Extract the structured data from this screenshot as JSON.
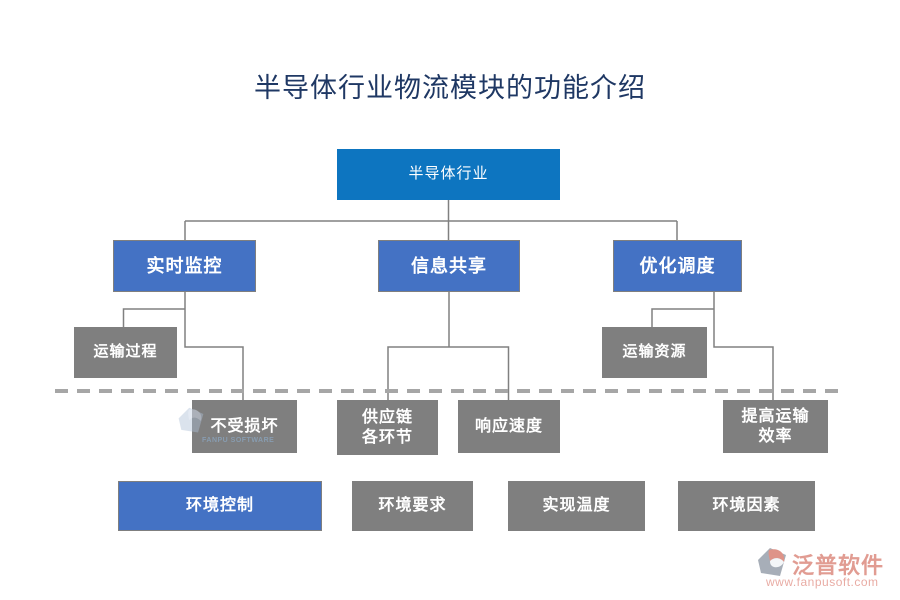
{
  "title": "半导体行业物流模块的功能介绍",
  "nodes": {
    "root": {
      "label": "半导体行业"
    },
    "monitor": {
      "label": "实时监控"
    },
    "share": {
      "label": "信息共享"
    },
    "dispatch": {
      "label": "优化调度"
    },
    "process": {
      "label": "运输过程"
    },
    "resource": {
      "label": "运输资源"
    },
    "nodamage": {
      "label": "不受损坏"
    },
    "supplychain": {
      "label": "供应链\n各环节"
    },
    "response": {
      "label": "响应速度"
    },
    "efficiency": {
      "label": "提高运输\n效率"
    },
    "envcontrol": {
      "label": "环境控制"
    },
    "envreq": {
      "label": "环境要求"
    },
    "temp": {
      "label": "实现温度"
    },
    "envfactor": {
      "label": "环境因素"
    }
  },
  "hierarchy": {
    "edges": [
      {
        "from": "root",
        "to": [
          "monitor",
          "share",
          "dispatch"
        ]
      },
      {
        "from": "monitor",
        "to": [
          "process",
          "nodamage"
        ]
      },
      {
        "from": "share",
        "to": [
          "supplychain",
          "response"
        ]
      },
      {
        "from": "dispatch",
        "to": [
          "resource",
          "efficiency"
        ]
      }
    ],
    "standalone_row": [
      "envcontrol",
      "envreq",
      "temp",
      "envfactor"
    ]
  },
  "watermark": {
    "small_text": "FANPU SOFTWARE"
  },
  "logo": {
    "name": "泛普软件",
    "url": "www.fanpusoft.com"
  },
  "colors": {
    "root_blue": "#0d75c0",
    "accent_blue": "#4472c4",
    "box_gray": "#7f7f7f",
    "title_navy": "#1f3864",
    "connector_gray": "#808080",
    "dashed_gray": "#a6a6a6",
    "logo_salmon": "#dc8b80"
  }
}
